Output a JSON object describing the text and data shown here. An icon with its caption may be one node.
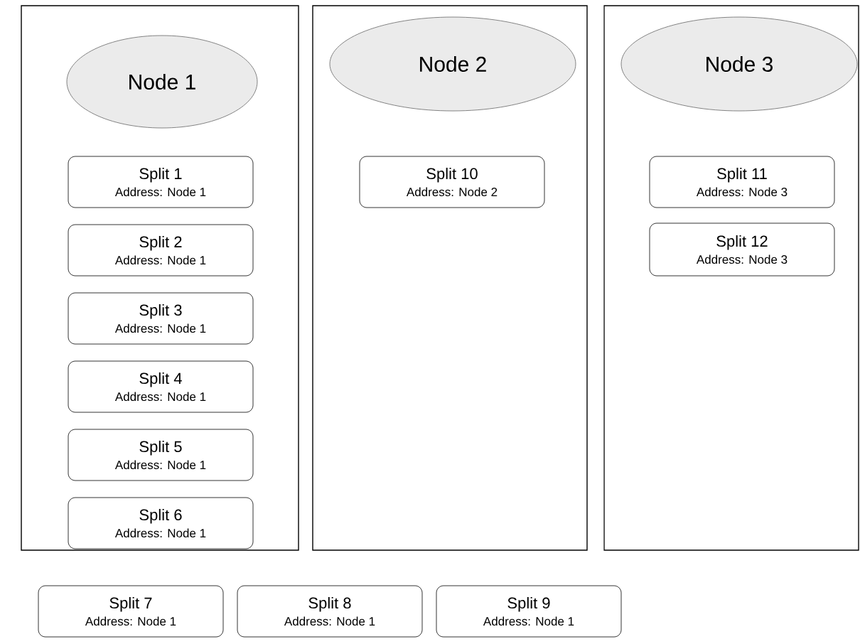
{
  "diagram": {
    "nodes": [
      {
        "text": [],
        "shape": "box"
      },
      {
        "text": [
          "Node 1"
        ],
        "in": 0
      },
      {
        "text": [
          "Split 1",
          "Address: Node 1"
        ],
        "in": 0
      },
      {
        "text": [
          "Split 2",
          "Address: Node 1"
        ],
        "in": 0
      },
      {
        "text": [
          "Split 3",
          "Address: Node 1"
        ],
        "in": 0
      },
      {
        "text": [
          "Split 4",
          "Address: Node 1"
        ],
        "in": 0
      },
      {
        "text": [
          "Split 5",
          "Address: Node 1"
        ],
        "in": 0
      },
      {
        "text": [
          "Split 6",
          "Address: Node 1"
        ],
        "in": 0
      },
      {
        "text": [],
        "shape": "box"
      },
      {
        "text": [
          "Node 2"
        ],
        "in": 8
      },
      {
        "text": [
          "Split 10",
          "Address: Node 2"
        ],
        "in": 8
      },
      {
        "text": [],
        "shape": "box"
      },
      {
        "text": [
          "Node 3"
        ],
        "in": 11
      },
      {
        "text": [
          "Split 11",
          "Address: Node 3"
        ],
        "in": 11
      },
      {
        "text": [
          "Split 12",
          "Address: Node 3"
        ],
        "in": 11
      },
      {
        "text": [
          "Split 7",
          "Address: Node 1"
        ]
      },
      {
        "text": [
          "Split 8",
          "Address: Node 1"
        ]
      },
      {
        "text": [
          "Split 9",
          "Address: Node 1"
        ]
      }
    ]
  }
}
